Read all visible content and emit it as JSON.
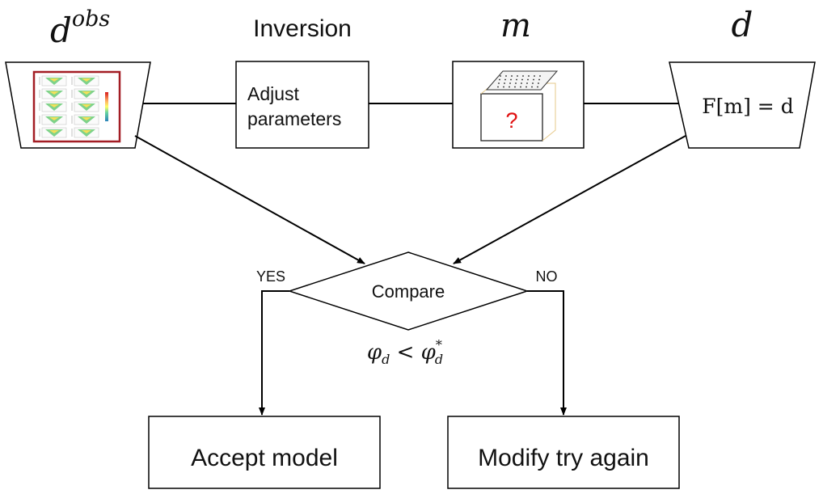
{
  "labels": {
    "dobs": {
      "base": "d",
      "sup": "obs"
    },
    "inversion": "Inversion",
    "model": "m",
    "predicted": "d"
  },
  "boxes": {
    "adjust_line1": "Adjust",
    "adjust_line2": "parameters",
    "question_mark": "?",
    "forward_equation": "F[m] = d",
    "accept": "Accept model",
    "modify": "Modify try again"
  },
  "decision": {
    "label": "Compare",
    "yes": "YES",
    "no": "NO",
    "criterion": {
      "lhs": "φ",
      "lhs_sub": "d",
      "op": "<",
      "rhs": "φ",
      "rhs_sub": "d",
      "rhs_sup": "*"
    }
  },
  "colors": {
    "thumbnail_border": "#a31d24",
    "question_mark": "#e01010"
  }
}
